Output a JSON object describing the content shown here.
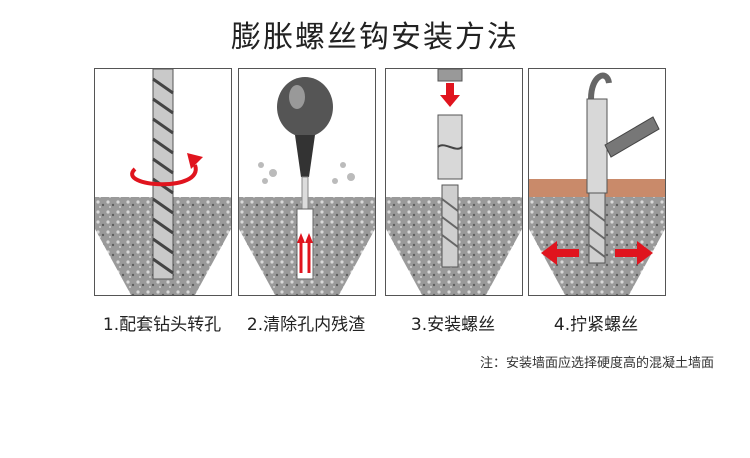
{
  "title": "膨胀螺丝钩安装方法",
  "steps": [
    {
      "label": "1.配套钻头转孔"
    },
    {
      "label": "2.清除孔内残渣"
    },
    {
      "label": "3.安装螺丝"
    },
    {
      "label": "4.拧紧螺丝"
    }
  ],
  "note": "注：安装墙面应选择硬度高的混凝土墙面",
  "colors": {
    "arrow_red": "#e0141e",
    "concrete": "#8d8d8d",
    "brick": "#c98a6a"
  }
}
